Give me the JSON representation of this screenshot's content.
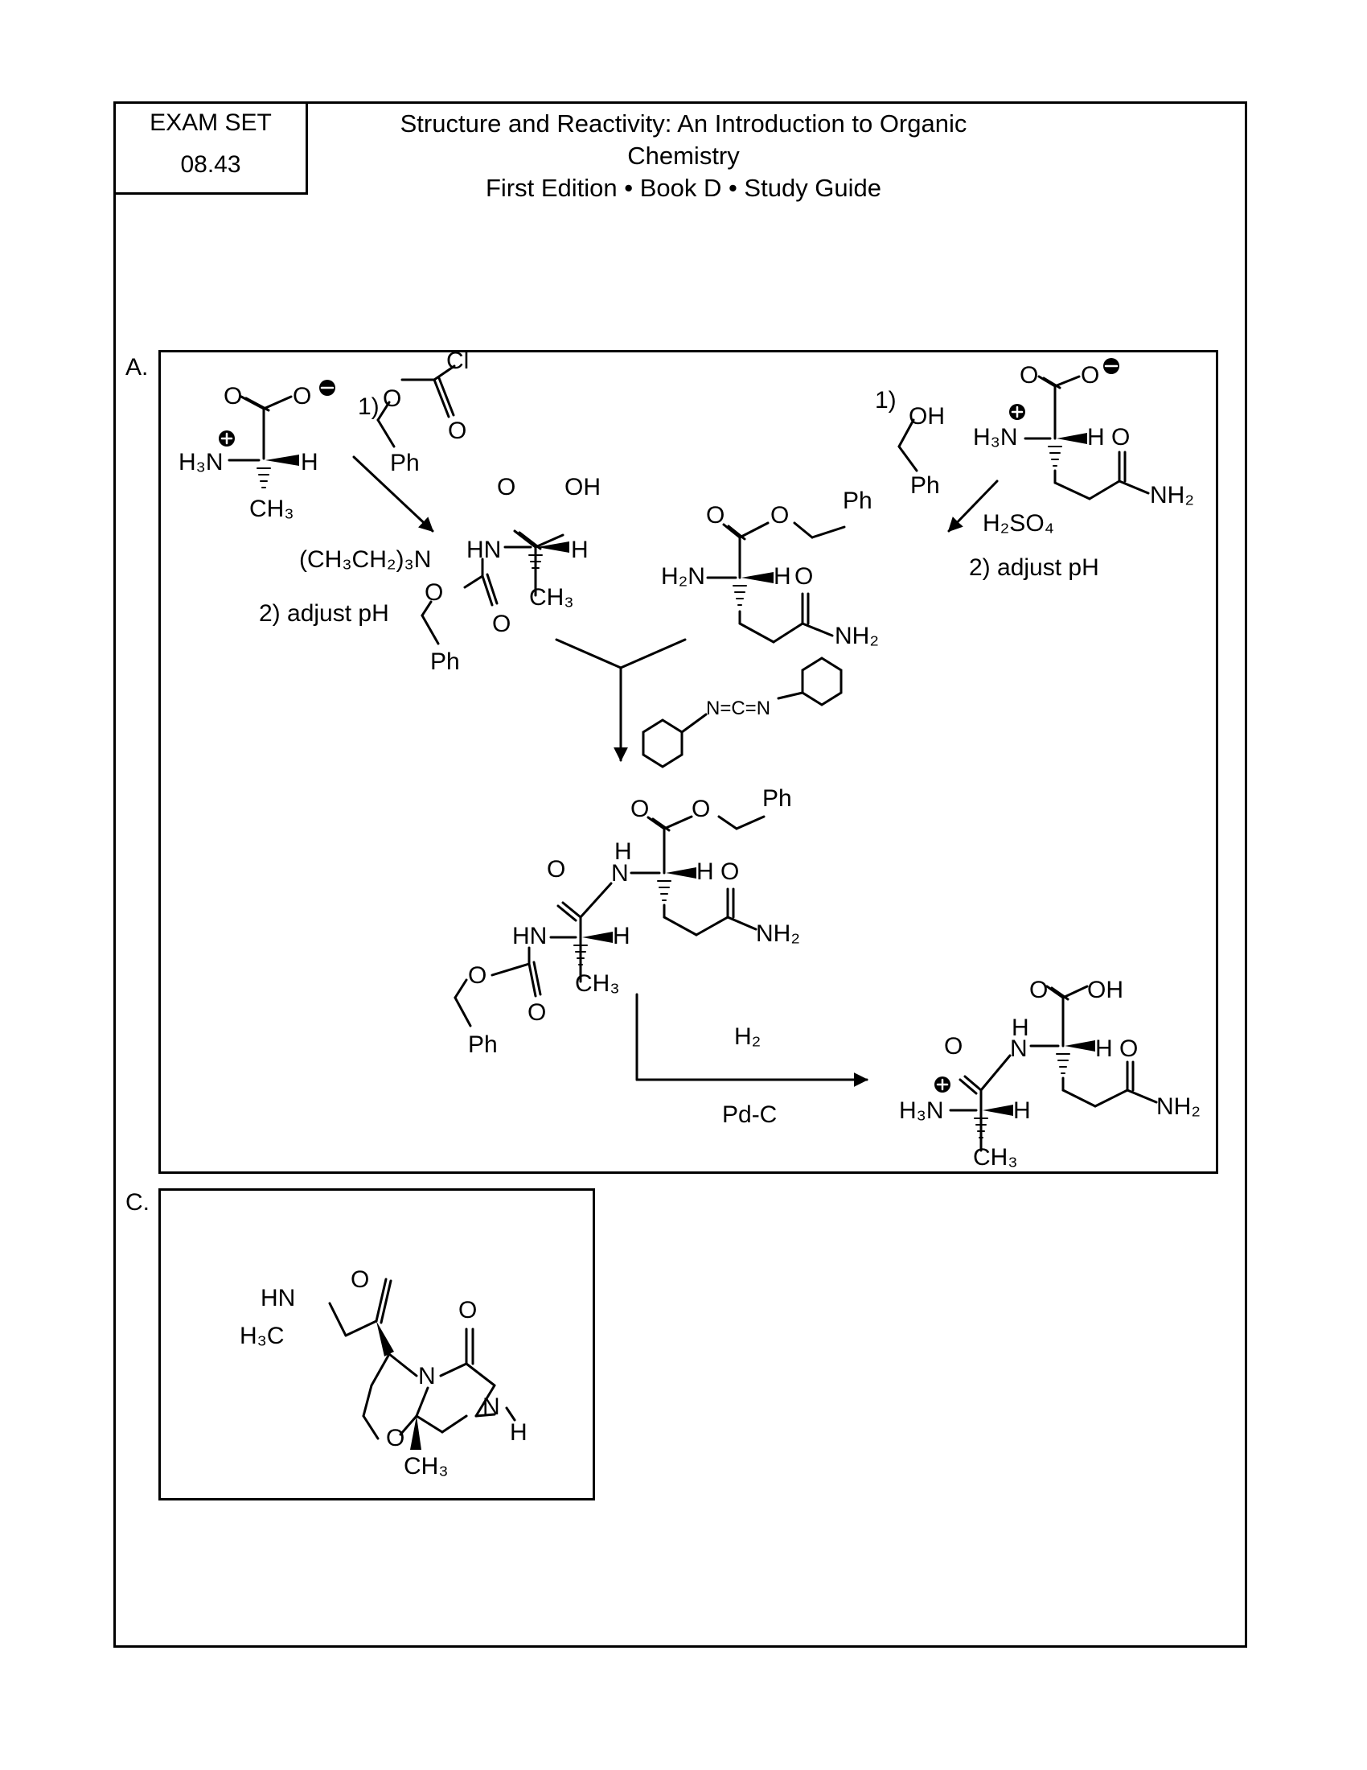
{
  "exam": {
    "title": "EXAM SET",
    "number": "08.43"
  },
  "header": {
    "line1": "Structure and Reactivity: An Introduction to Organic Chemistry",
    "line2": "First Edition • Book D • Study Guide"
  },
  "sections": {
    "a_label": "A.",
    "c_label": "C."
  },
  "scheme": {
    "step1_number": "1)",
    "step1_base": "(CH₃CH₂)₃N",
    "step1_adjust": "2) adjust pH",
    "step2_number": "1)",
    "step2_acid": "H₂SO₄",
    "step2_adjust": "2) adjust pH",
    "hydrogenation_reagent": "H₂",
    "hydrogenation_catalyst": "Pd-C",
    "coupling_reagent": "N=C=N"
  },
  "atoms": {
    "O": "O",
    "N": "N",
    "H": "H",
    "Cl": "Cl",
    "OH": "OH",
    "HN": "HN",
    "Ph": "Ph",
    "CH3": "CH₃",
    "H3N": "H₃N",
    "H2N": "H₂N",
    "NH2": "NH₂",
    "H3C": "H₃C"
  }
}
